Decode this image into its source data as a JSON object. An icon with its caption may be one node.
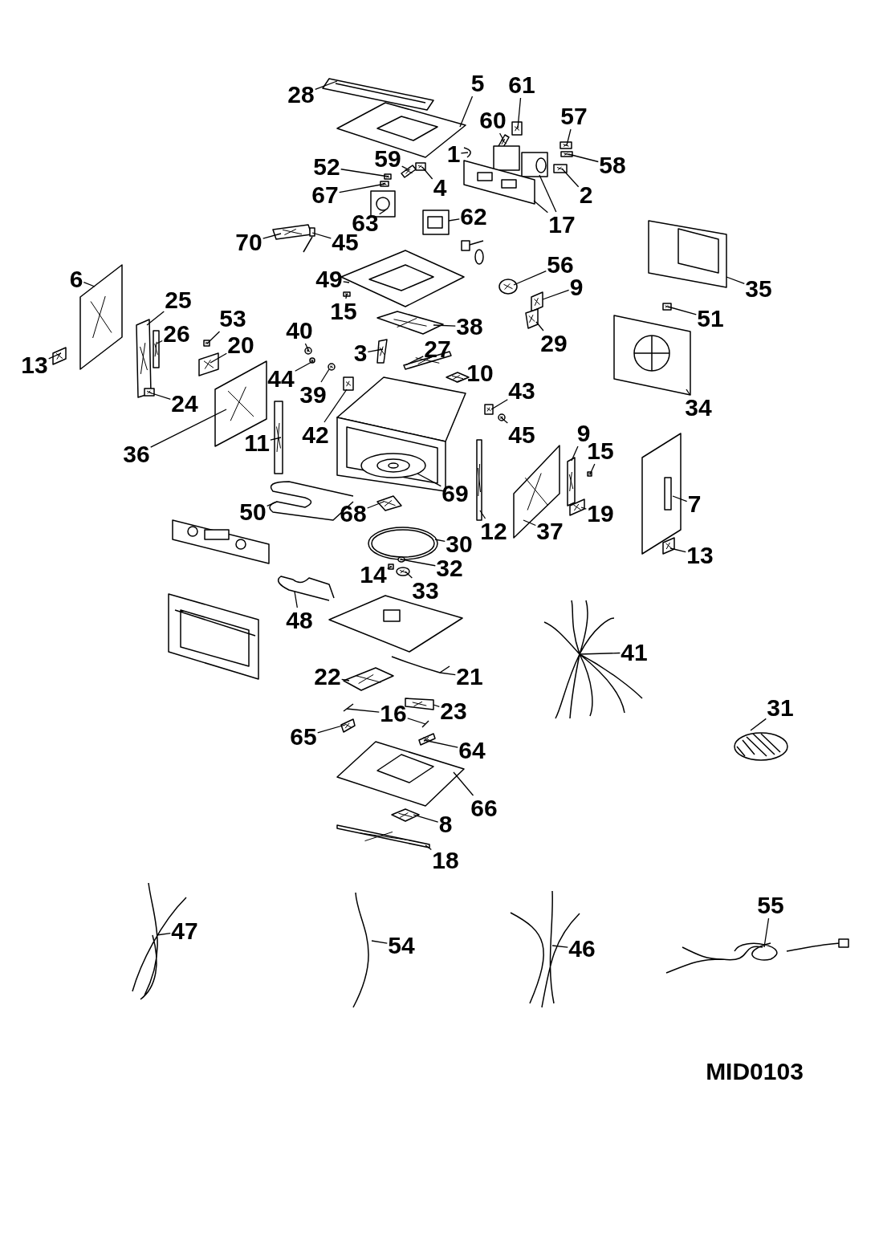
{
  "diagram": {
    "nodes": [
      {
        "text": [
          "28"
        ]
      },
      {
        "text": [
          "5"
        ]
      },
      {
        "text": [
          "61"
        ]
      },
      {
        "text": [
          "60"
        ]
      },
      {
        "text": [
          "57"
        ]
      },
      {
        "text": [
          "1"
        ]
      },
      {
        "text": [
          "59"
        ]
      },
      {
        "text": [
          "52"
        ]
      },
      {
        "text": [
          "58"
        ]
      },
      {
        "text": [
          "4"
        ]
      },
      {
        "text": [
          "67"
        ]
      },
      {
        "text": [
          "2"
        ]
      },
      {
        "text": [
          "17"
        ]
      },
      {
        "text": [
          "63"
        ]
      },
      {
        "text": [
          "62"
        ]
      },
      {
        "text": [
          "70"
        ]
      },
      {
        "text": [
          "45"
        ]
      },
      {
        "text": [
          "56"
        ]
      },
      {
        "text": [
          "49"
        ]
      },
      {
        "text": [
          "9"
        ]
      },
      {
        "text": [
          "35"
        ]
      },
      {
        "text": [
          "15"
        ]
      },
      {
        "text": [
          "38"
        ]
      },
      {
        "text": [
          "51"
        ]
      },
      {
        "text": [
          "29"
        ]
      },
      {
        "text": [
          "6"
        ]
      },
      {
        "text": [
          "25"
        ]
      },
      {
        "text": [
          "53"
        ]
      },
      {
        "text": [
          "26"
        ]
      },
      {
        "text": [
          "40"
        ]
      },
      {
        "text": [
          "20"
        ]
      },
      {
        "text": [
          "3"
        ]
      },
      {
        "text": [
          "27"
        ]
      },
      {
        "text": [
          "13"
        ]
      },
      {
        "text": [
          "10"
        ]
      },
      {
        "text": [
          "44"
        ]
      },
      {
        "text": [
          "43"
        ]
      },
      {
        "text": [
          "39"
        ]
      },
      {
        "text": [
          "24"
        ]
      },
      {
        "text": [
          "34"
        ]
      },
      {
        "text": [
          "42"
        ]
      },
      {
        "text": [
          "45"
        ]
      },
      {
        "text": [
          "36"
        ]
      },
      {
        "text": [
          "11"
        ]
      },
      {
        "text": [
          "9"
        ]
      },
      {
        "text": [
          "15"
        ]
      },
      {
        "text": [
          "69"
        ]
      },
      {
        "text": [
          "7"
        ]
      },
      {
        "text": [
          "50"
        ]
      },
      {
        "text": [
          "68"
        ]
      },
      {
        "text": [
          "19"
        ]
      },
      {
        "text": [
          "12"
        ]
      },
      {
        "text": [
          "37"
        ]
      },
      {
        "text": [
          "30"
        ]
      },
      {
        "text": [
          "13"
        ]
      },
      {
        "text": [
          "32"
        ]
      },
      {
        "text": [
          "14"
        ]
      },
      {
        "text": [
          "33"
        ]
      },
      {
        "text": [
          "48"
        ]
      },
      {
        "text": [
          "41"
        ]
      },
      {
        "text": [
          "22"
        ]
      },
      {
        "text": [
          "21"
        ]
      },
      {
        "text": [
          "31"
        ]
      },
      {
        "text": [
          "23"
        ]
      },
      {
        "text": [
          "16"
        ]
      },
      {
        "text": [
          "65"
        ]
      },
      {
        "text": [
          "64"
        ]
      },
      {
        "text": [
          "66"
        ]
      },
      {
        "text": [
          "8"
        ]
      },
      {
        "text": [
          "18"
        ]
      },
      {
        "text": [
          "47"
        ]
      },
      {
        "text": [
          "54"
        ]
      },
      {
        "text": [
          "46"
        ]
      },
      {
        "text": [
          "55"
        ]
      },
      {
        "text": [],
        "shape": "picture"
      },
      {
        "text": [],
        "shape": "picture"
      },
      {
        "text": [],
        "shape": "picture"
      },
      {
        "text": [],
        "shape": "picture"
      },
      {
        "text": [],
        "shape": "picture"
      },
      {
        "text": [],
        "shape": "picture"
      },
      {
        "text": [],
        "shape": "picture"
      },
      {
        "text": [],
        "shape": "picture"
      },
      {
        "text": [],
        "shape": "picture"
      },
      {
        "text": [],
        "shape": "picture"
      },
      {
        "text": [],
        "shape": "picture"
      },
      {
        "text": [],
        "shape": "picture"
      },
      {
        "text": [],
        "shape": "picture"
      },
      {
        "text": [],
        "shape": "picture"
      },
      {
        "text": [],
        "shape": "picture"
      },
      {
        "text": [],
        "shape": "picture"
      },
      {
        "text": [],
        "shape": "picture"
      },
      {
        "text": [],
        "shape": "picture"
      },
      {
        "text": [],
        "shape": "picture"
      },
      {
        "text": [],
        "shape": "picture"
      },
      {
        "text": [],
        "shape": "picture"
      },
      {
        "text": [],
        "shape": "picture"
      },
      {
        "text": [],
        "shape": "picture"
      },
      {
        "text": [],
        "shape": "picture"
      },
      {
        "text": [],
        "shape": "picture"
      },
      {
        "text": [],
        "shape": "picture"
      },
      {
        "text": [],
        "shape": "picture"
      },
      {
        "text": [],
        "shape": "picture"
      },
      {
        "text": [],
        "shape": "picture"
      },
      {
        "text": [],
        "shape": "picture"
      },
      {
        "text": [],
        "shape": "picture"
      },
      {
        "text": [],
        "shape": "picture"
      },
      {
        "text": [],
        "shape": "picture"
      },
      {
        "text": [],
        "shape": "picture"
      },
      {
        "text": [],
        "shape": "picture"
      },
      {
        "text": [],
        "shape": "picture"
      },
      {
        "text": [],
        "shape": "picture"
      },
      {
        "text": [],
        "shape": "picture"
      },
      {
        "text": [],
        "shape": "picture"
      },
      {
        "text": [],
        "shape": "picture"
      },
      {
        "text": [],
        "shape": "picture"
      },
      {
        "text": [],
        "shape": "picture"
      },
      {
        "text": [],
        "shape": "picture"
      },
      {
        "text": [],
        "shape": "picture"
      },
      {
        "text": [],
        "shape": "picture"
      },
      {
        "text": [],
        "shape": "picture"
      },
      {
        "text": [],
        "shape": "picture"
      },
      {
        "text": [],
        "shape": "picture"
      },
      {
        "text": [],
        "shape": "picture"
      },
      {
        "text": [],
        "shape": "picture"
      },
      {
        "text": [],
        "shape": "picture"
      },
      {
        "text": [],
        "shape": "picture"
      },
      {
        "text": [],
        "shape": "picture"
      },
      {
        "text": [],
        "shape": "picture"
      },
      {
        "text": [],
        "shape": "picture"
      },
      {
        "text": [],
        "shape": "picture"
      },
      {
        "text": [],
        "shape": "picture"
      },
      {
        "text": [],
        "shape": "picture"
      },
      {
        "text": [],
        "shape": "picture"
      },
      {
        "text": [],
        "shape": "picture"
      },
      {
        "text": [],
        "shape": "picture"
      },
      {
        "text": [],
        "shape": "picture"
      },
      {
        "text": [],
        "shape": "picture"
      },
      {
        "text": [],
        "shape": "picture"
      },
      {
        "text": [],
        "shape": "picture"
      },
      {
        "text": [],
        "shape": "picture"
      },
      {
        "text": [],
        "shape": "picture"
      },
      {
        "text": [],
        "shape": "picture"
      },
      {
        "text": [],
        "shape": "picture"
      },
      {
        "text": [],
        "shape": "picture"
      },
      {
        "text": [],
        "shape": "picture"
      },
      {
        "text": [],
        "shape": "picture"
      },
      {
        "text": [],
        "shape": "picture"
      },
      {
        "text": [],
        "shape": "picture"
      },
      {
        "text": [],
        "shape": "picture"
      },
      {
        "text": [],
        "shape": "picture"
      }
    ],
    "edges": [
      {
        "from": 0,
        "to": 74,
        "arrow": "none"
      },
      {
        "from": 1,
        "to": 75,
        "arrow": "none"
      },
      {
        "from": 2,
        "to": 76,
        "arrow": "none"
      },
      {
        "from": 3,
        "to": 77,
        "arrow": "none"
      },
      {
        "from": 4,
        "to": 78,
        "arrow": "none"
      },
      {
        "from": 5,
        "to": 79,
        "arrow": "none"
      },
      {
        "from": 6,
        "to": 80,
        "arrow": "none"
      },
      {
        "from": 7,
        "to": 81,
        "arrow": "none"
      },
      {
        "from": 8,
        "to": 82,
        "arrow": "none"
      },
      {
        "from": 9,
        "to": 83,
        "arrow": "none"
      },
      {
        "from": 10,
        "to": 84,
        "arrow": "none"
      },
      {
        "from": 11,
        "to": 85,
        "arrow": "none"
      },
      {
        "from": 12,
        "to": 86,
        "arrow": "none"
      },
      {
        "from": 12,
        "to": 87,
        "arrow": "none"
      },
      {
        "from": 13,
        "to": 88,
        "arrow": "none"
      },
      {
        "from": 14,
        "to": 89,
        "arrow": "none"
      },
      {
        "from": 15,
        "to": 90,
        "arrow": "none"
      },
      {
        "from": 16,
        "to": 91,
        "arrow": "none"
      },
      {
        "from": 17,
        "to": 92,
        "arrow": "none"
      },
      {
        "from": 18,
        "to": 93,
        "arrow": "none"
      },
      {
        "from": 19,
        "to": 94,
        "arrow": "none"
      },
      {
        "from": 20,
        "to": 95,
        "arrow": "none"
      },
      {
        "from": 21,
        "to": 96,
        "arrow": "none"
      },
      {
        "from": 22,
        "to": 97,
        "arrow": "none"
      },
      {
        "from": 23,
        "to": 98,
        "arrow": "none"
      },
      {
        "from": 24,
        "to": 99,
        "arrow": "none"
      },
      {
        "from": 25,
        "to": 100,
        "arrow": "none"
      },
      {
        "from": 26,
        "to": 101,
        "arrow": "none"
      },
      {
        "from": 27,
        "to": 102,
        "arrow": "none"
      },
      {
        "from": 28,
        "to": 103,
        "arrow": "none"
      },
      {
        "from": 29,
        "to": 104,
        "arrow": "none"
      },
      {
        "from": 30,
        "to": 105,
        "arrow": "none"
      },
      {
        "from": 31,
        "to": 106,
        "arrow": "none"
      },
      {
        "from": 32,
        "to": 107,
        "arrow": "none"
      },
      {
        "from": 33,
        "to": 108,
        "arrow": "none"
      },
      {
        "from": 34,
        "to": 109,
        "arrow": "none"
      },
      {
        "from": 35,
        "to": 110,
        "arrow": "none"
      },
      {
        "from": 36,
        "to": 111,
        "arrow": "none"
      },
      {
        "from": 37,
        "to": 112,
        "arrow": "none"
      },
      {
        "from": 38,
        "to": 113,
        "arrow": "none"
      },
      {
        "from": 39,
        "to": 114,
        "arrow": "none"
      },
      {
        "from": 40,
        "to": 115,
        "arrow": "none"
      },
      {
        "from": 41,
        "to": 116,
        "arrow": "none"
      },
      {
        "from": 42,
        "to": 117,
        "arrow": "none"
      },
      {
        "from": 43,
        "to": 118,
        "arrow": "none"
      },
      {
        "from": 44,
        "to": 119,
        "arrow": "none"
      },
      {
        "from": 45,
        "to": 120,
        "arrow": "none"
      },
      {
        "from": 46,
        "to": 121,
        "arrow": "none"
      },
      {
        "from": 47,
        "to": 122,
        "arrow": "none"
      },
      {
        "from": 48,
        "to": 123,
        "arrow": "none"
      },
      {
        "from": 49,
        "to": 124,
        "arrow": "none"
      },
      {
        "from": 50,
        "to": 125,
        "arrow": "none"
      },
      {
        "from": 51,
        "to": 126,
        "arrow": "none"
      },
      {
        "from": 52,
        "to": 127,
        "arrow": "none"
      },
      {
        "from": 53,
        "to": 128,
        "arrow": "none"
      },
      {
        "from": 54,
        "to": 129,
        "arrow": "none"
      },
      {
        "from": 55,
        "to": 130,
        "arrow": "none"
      },
      {
        "from": 56,
        "to": 131,
        "arrow": "none"
      },
      {
        "from": 57,
        "to": 132,
        "arrow": "none"
      },
      {
        "from": 58,
        "to": 133,
        "arrow": "none"
      },
      {
        "from": 59,
        "to": 134,
        "arrow": "none"
      },
      {
        "from": 60,
        "to": 135,
        "arrow": "none"
      },
      {
        "from": 61,
        "to": 136,
        "arrow": "none"
      },
      {
        "from": 62,
        "to": 137,
        "arrow": "none"
      },
      {
        "from": 63,
        "to": 138,
        "arrow": "none"
      },
      {
        "from": 64,
        "to": 139,
        "arrow": "none"
      },
      {
        "from": 64,
        "to": 140,
        "arrow": "none"
      },
      {
        "from": 65,
        "to": 141,
        "arrow": "none"
      },
      {
        "from": 66,
        "to": 142,
        "arrow": "none"
      },
      {
        "from": 67,
        "to": 143,
        "arrow": "none"
      },
      {
        "from": 68,
        "to": 144,
        "arrow": "none"
      },
      {
        "from": 69,
        "to": 145,
        "arrow": "none"
      },
      {
        "from": 70,
        "to": 146,
        "arrow": "none"
      },
      {
        "from": 71,
        "to": 147,
        "arrow": "none"
      },
      {
        "from": 72,
        "to": 148,
        "arrow": "none"
      },
      {
        "from": 73,
        "to": 149,
        "arrow": "none"
      }
    ],
    "labels": [
      "MID0103"
    ]
  }
}
